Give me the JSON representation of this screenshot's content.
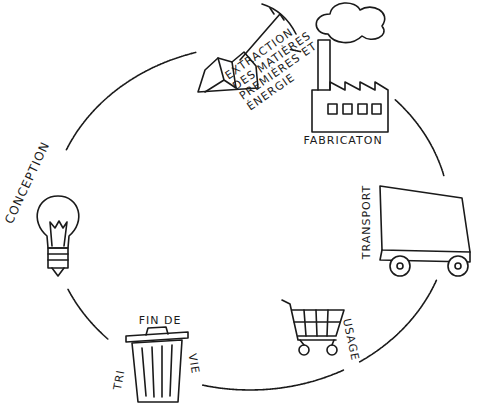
{
  "diagram": {
    "nodes": [
      {
        "text": [
          "CONCEPTION"
        ]
      },
      {
        "text": [
          "EXTRACTION DES MATIÈRES PREMIÈRES ET ÉNERGIE"
        ]
      },
      {
        "text": [
          "FABRICATON"
        ]
      },
      {
        "text": [
          "TRANSPORT"
        ]
      },
      {
        "text": [
          "USAGE"
        ]
      },
      {
        "text": [
          "FIN DE",
          "VIE",
          "TRI"
        ]
      }
    ],
    "edges": [
      {
        "from": 0,
        "to": 1,
        "arrow": "none"
      },
      {
        "from": 1,
        "to": 2,
        "arrow": "none"
      },
      {
        "from": 2,
        "to": 3,
        "arrow": "none"
      },
      {
        "from": 3,
        "to": 4,
        "arrow": "none"
      },
      {
        "from": 4,
        "to": 5,
        "arrow": "none"
      },
      {
        "from": 5,
        "to": 0,
        "arrow": "none"
      }
    ]
  }
}
